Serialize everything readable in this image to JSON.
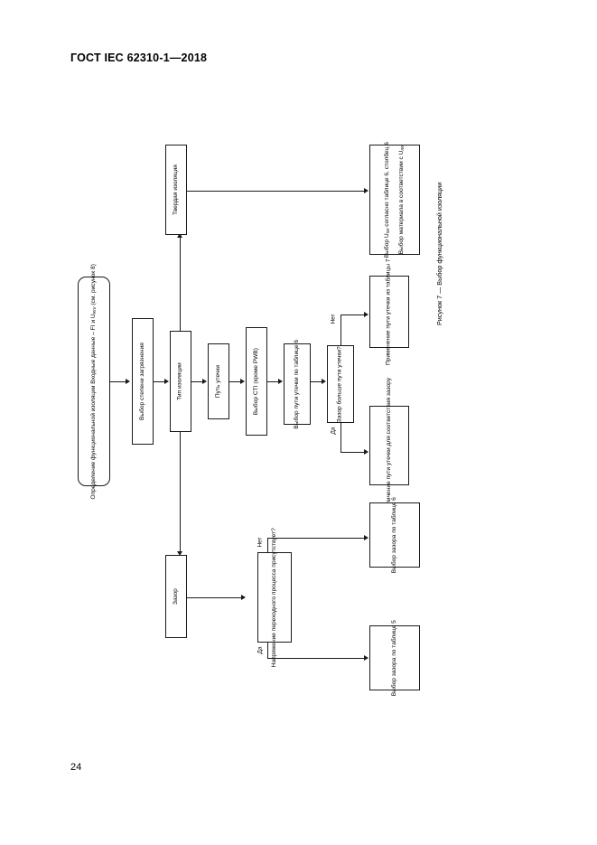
{
  "document": {
    "header": "ГОСТ IEC 62310-1—2018",
    "page_number": "24",
    "figure_caption": "Рисунок 7 — Выбор функциональной изоляции"
  },
  "flowchart": {
    "orientation": "rotated-90-ccw",
    "nodes": {
      "start": {
        "name": "start-terminator",
        "line1": "Определение функциональной изоляции",
        "line2": "Входные данные – FI и U",
        "line2_sub": "RIV",
        "line2_tail": " (см. рисунок 8)"
      },
      "pollution_degree": {
        "name": "pollution-degree",
        "label": "Выбор степени загрязнения"
      },
      "insulation_type": {
        "name": "insulation-type",
        "label": "Тип изоляции"
      },
      "solid_insulation": {
        "name": "solid-insulation",
        "label": "Твердая изоляция"
      },
      "solid_result": {
        "name": "solid-insulation-result",
        "line1a": "Выбор U",
        "line1a_sub": "IW",
        "line1a_tail": " согласно",
        "line1b": "таблице 6, столбец 6",
        "line2a": "Выбор материала в",
        "line2b": "соответствии с U",
        "line2b_sub": "IW"
      },
      "creepage_path": {
        "name": "creepage-path",
        "label": "Путь утечки"
      },
      "cti_select": {
        "name": "cti-selection",
        "label": "Выбор CTI (кроме PWB)"
      },
      "creepage_table6": {
        "name": "creepage-from-table6",
        "line1": "Выбор пути утечки",
        "line2": "по таблице 6"
      },
      "decision_creepage": {
        "name": "clearance-greater-than-creepage-decision",
        "line1": "Зазор больше пути",
        "line2": "утечки?"
      },
      "apply_table7": {
        "name": "apply-creepage-table7",
        "line1": "Применение пути",
        "line2": "утечки из",
        "line3": "таблицы 7"
      },
      "increase_creepage": {
        "name": "increase-creepage",
        "line1": "Увеличение пути",
        "line2": "утечки для",
        "line3": "соответствия",
        "line4": "зазору"
      },
      "clearance": {
        "name": "clearance",
        "label": "Зазор"
      },
      "decision_transient": {
        "name": "transient-voltage-decision",
        "line1": "Напряжение",
        "line2": "переходного процесса",
        "line3": "присутствует?"
      },
      "clearance_table6": {
        "name": "clearance-from-table6",
        "line1": "Выбор зазора",
        "line2": "по таблице 6"
      },
      "clearance_table5": {
        "name": "clearance-from-table5",
        "line1": "Выбор зазора",
        "line2": "по таблице 5"
      }
    },
    "edge_labels": {
      "creepage_no": "Нет",
      "creepage_yes": "Да",
      "transient_no": "Нет",
      "transient_yes": "Да"
    }
  }
}
